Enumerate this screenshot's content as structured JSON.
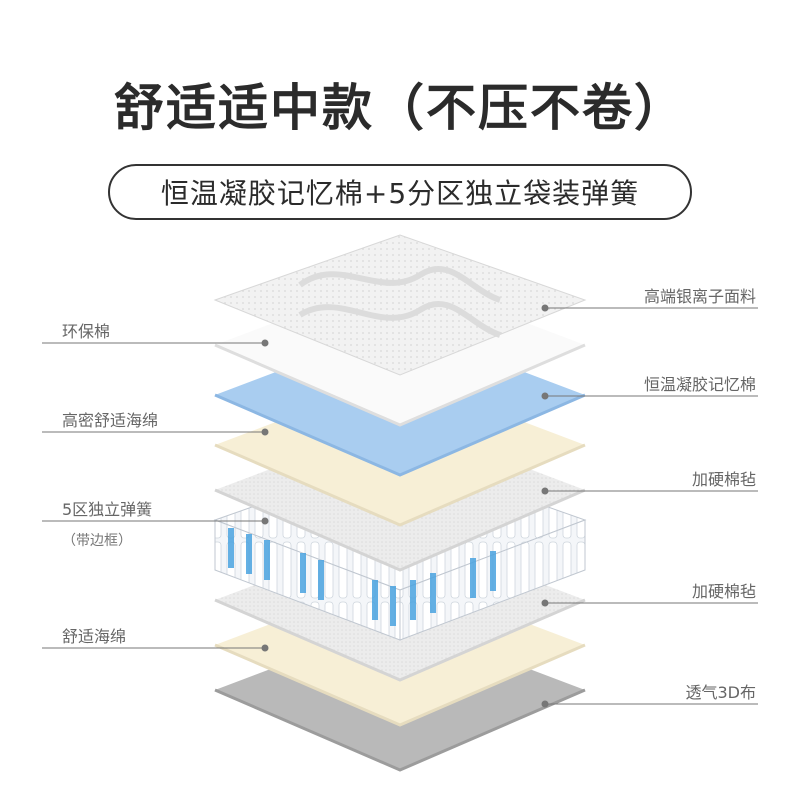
{
  "title": "舒适适中款（不压不卷）",
  "subtitle": "恒温凝胶记忆棉+5分区独立袋装弹簧",
  "layers_left": [
    {
      "label": "环保棉"
    },
    {
      "label": "高密舒适海绵"
    },
    {
      "label": "5区独立弹簧",
      "note": "（带边框）"
    },
    {
      "label": "舒适海绵"
    }
  ],
  "layers_right": [
    {
      "label": "高端银离子面料"
    },
    {
      "label": "恒温凝胶记忆棉"
    },
    {
      "label": "加硬棉毡"
    },
    {
      "label": "加硬棉毡"
    },
    {
      "label": "透气3D布"
    }
  ],
  "colors": {
    "fabric": "#f2f2f2",
    "white_cotton": "#fafafa",
    "gel_foam": "#a9cdf0",
    "cream_foam": "#f7efd6",
    "felt": "#eeeeee",
    "spring": "#4aa3e0",
    "mesh": "#b5b5b5"
  }
}
